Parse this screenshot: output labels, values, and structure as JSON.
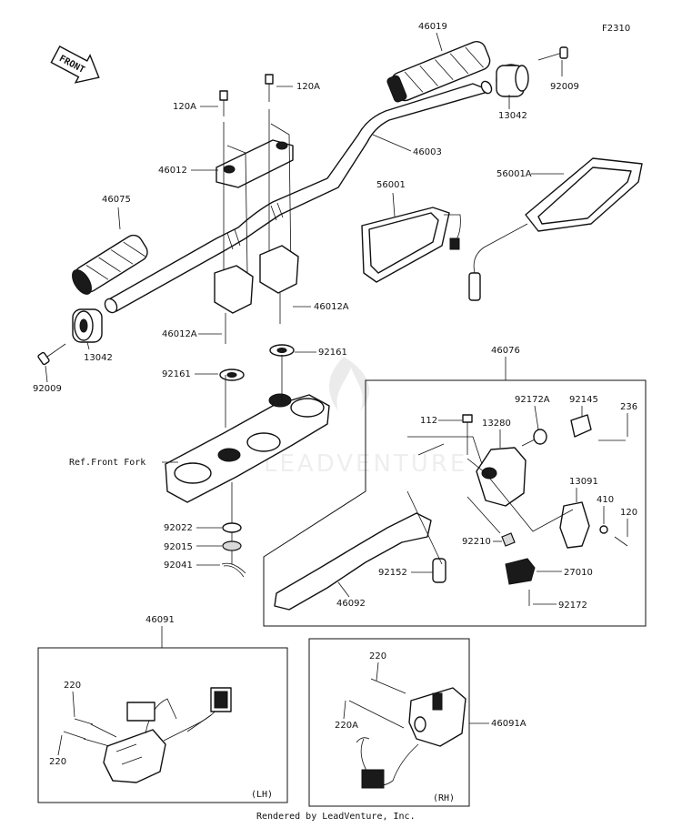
{
  "figure_code": "F2310",
  "front_arrow": "FRONT",
  "footer": "Rendered by LeadVenture, Inc.",
  "watermark": "LEADVENTURE",
  "labels": {
    "p46019": "46019",
    "p92009_top": "92009",
    "p13042_top": "13042",
    "p120A_top": "120A",
    "p120A_left": "120A",
    "p46003": "46003",
    "p46012": "46012",
    "p46075": "46075",
    "p56001": "56001",
    "p56001A": "56001A",
    "p46012A_right": "46012A",
    "p46012A_left": "46012A",
    "p13042_left": "13042",
    "p92009_left": "92009",
    "p92161_right": "92161",
    "p92161_left": "92161",
    "p46076": "46076",
    "ref_front_fork": "Ref.Front Fork",
    "p112": "112",
    "p13280": "13280",
    "p92172A": "92172A",
    "p92145": "92145",
    "p236": "236",
    "p13091": "13091",
    "p410": "410",
    "p120": "120",
    "p92022": "92022",
    "p92015": "92015",
    "p92041": "92041",
    "p92210": "92210",
    "p92152": "92152",
    "p27010": "27010",
    "p92172": "92172",
    "p46092": "46092",
    "p46091": "46091",
    "p220_lh_a": "220",
    "p220_lh_b": "220",
    "p220_rh": "220",
    "p220A": "220A",
    "p46091A": "46091A",
    "lh": "(LH)",
    "rh": "(RH)"
  }
}
